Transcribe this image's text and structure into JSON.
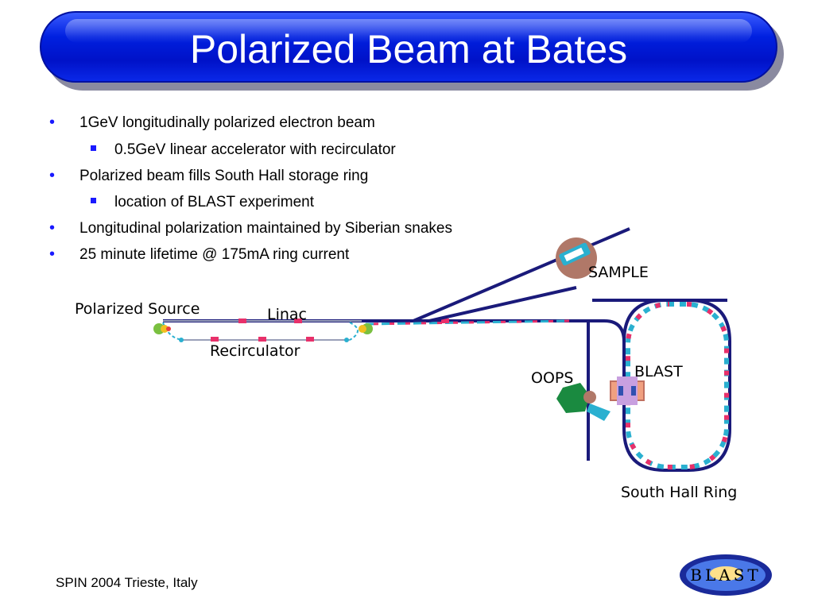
{
  "slide": {
    "title": "Polarized Beam at Bates",
    "bullets": [
      {
        "level": 1,
        "marker": "•",
        "text": "1GeV longitudinally polarized electron beam"
      },
      {
        "level": 2,
        "marker": "square",
        "text": "0.5GeV linear accelerator with recirculator"
      },
      {
        "level": 1,
        "marker": "•",
        "text": "Polarized beam fills South Hall storage ring"
      },
      {
        "level": 2,
        "marker": "square",
        "text": "location of BLAST experiment"
      },
      {
        "level": 1,
        "marker": "•",
        "text": "Longitudinal polarization maintained by Siberian snakes"
      },
      {
        "level": 1,
        "marker": "•",
        "text": "25 minute lifetime @ 175mA ring current"
      }
    ],
    "footer": "SPIN 2004 Trieste, Italy"
  },
  "diagram": {
    "labels": {
      "polarized_source": "Polarized Source",
      "linac": "Linac",
      "recirculator": "Recirculator",
      "sample": "SAMPLE",
      "oops": "OOPS",
      "blast": "BLAST",
      "south_hall_ring": "South Hall Ring"
    },
    "logo_text": "BLAST"
  },
  "colors": {
    "title_bar": "#0018d8",
    "bullet": "#1a1aff",
    "beamline": "#1a1a7a",
    "magnet_pink": "#e8306a",
    "magnet_cyan": "#2ab0d0"
  }
}
